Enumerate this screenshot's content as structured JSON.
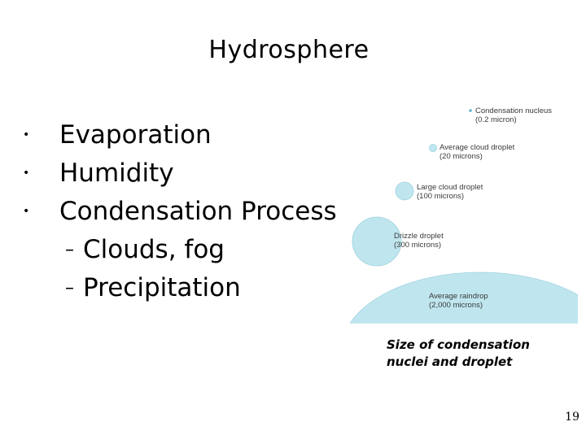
{
  "slide": {
    "title": "Hydrosphere",
    "bullets": [
      {
        "label": "Evaporation"
      },
      {
        "label": "Humidity"
      },
      {
        "label": "Condensation Process"
      }
    ],
    "sub_bullets": [
      {
        "label": "Clouds, fog"
      },
      {
        "label": "Precipitation"
      }
    ],
    "figure": {
      "fill_color": "#bfe6ef",
      "stroke_color": "#9fd2df",
      "items": [
        {
          "name": "Condensation nucleus",
          "size": "(0.2 micron)"
        },
        {
          "name": "Average cloud droplet",
          "size": "(20 microns)"
        },
        {
          "name": "Large cloud droplet",
          "size": "(100 microns)"
        },
        {
          "name": "Drizzle droplet",
          "size": "(300 microns)"
        },
        {
          "name": "Average raindrop",
          "size": "(2,000 microns)"
        }
      ]
    },
    "caption": {
      "line1": "Size of condensation",
      "line2": "nuclei and droplet"
    },
    "page_number": "19"
  }
}
